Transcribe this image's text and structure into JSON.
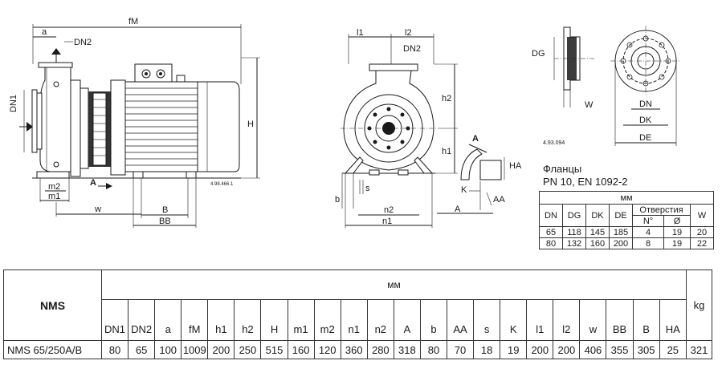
{
  "drawing": {
    "side_labels": {
      "fM": "fM",
      "a": "a",
      "dn2": "DN2",
      "dn1": "DN1",
      "h": "H",
      "m2": "m2",
      "m1": "m1",
      "w": "w",
      "b": "B",
      "bb": "BB",
      "arrow_a": "A",
      "ref": "4.98.466.1"
    },
    "front_labels": {
      "l1": "l1",
      "l2": "l2",
      "dn2": "DN2",
      "h2": "h2",
      "h1": "h1",
      "b": "b",
      "s": "s",
      "n2": "n2",
      "n1": "n1"
    },
    "detail_labels": {
      "a_top": "A",
      "ha": "HA",
      "k": "K",
      "aa": "AA",
      "a_bottom": "A"
    },
    "flange_labels": {
      "dg": "DG",
      "w": "W",
      "dn": "DN",
      "dk": "DK",
      "de": "DE",
      "ref": "4.93.094"
    }
  },
  "flange": {
    "title": "Фланцы",
    "subtitle": "PN 10, EN 1092-2",
    "unit": "мм",
    "headers": [
      "DN",
      "DG",
      "DK",
      "DE",
      "Отверстия",
      "W"
    ],
    "hole_sub": [
      "N°",
      "Ø"
    ],
    "rows": [
      [
        "65",
        "118",
        "145",
        "185",
        "4",
        "19",
        "20"
      ],
      [
        "80",
        "132",
        "160",
        "200",
        "8",
        "19",
        "22"
      ]
    ]
  },
  "main": {
    "model_header": "NMS",
    "unit_mm": "мм",
    "unit_kg": "kg",
    "columns": [
      "DN1",
      "DN2",
      "a",
      "fM",
      "h1",
      "h2",
      "H",
      "m1",
      "m2",
      "n1",
      "n2",
      "A",
      "b",
      "AA",
      "s",
      "K",
      "l1",
      "l2",
      "w",
      "BB",
      "B",
      "HA"
    ],
    "model": "NMS 65/250A/B",
    "values": [
      "80",
      "65",
      "100",
      "1009",
      "200",
      "250",
      "515",
      "160",
      "120",
      "360",
      "280",
      "318",
      "80",
      "70",
      "18",
      "19",
      "200",
      "200",
      "406",
      "355",
      "305",
      "25"
    ],
    "kg": "321"
  },
  "colors": {
    "line": "#1a1a1a",
    "fill": "#d9d9d9"
  }
}
